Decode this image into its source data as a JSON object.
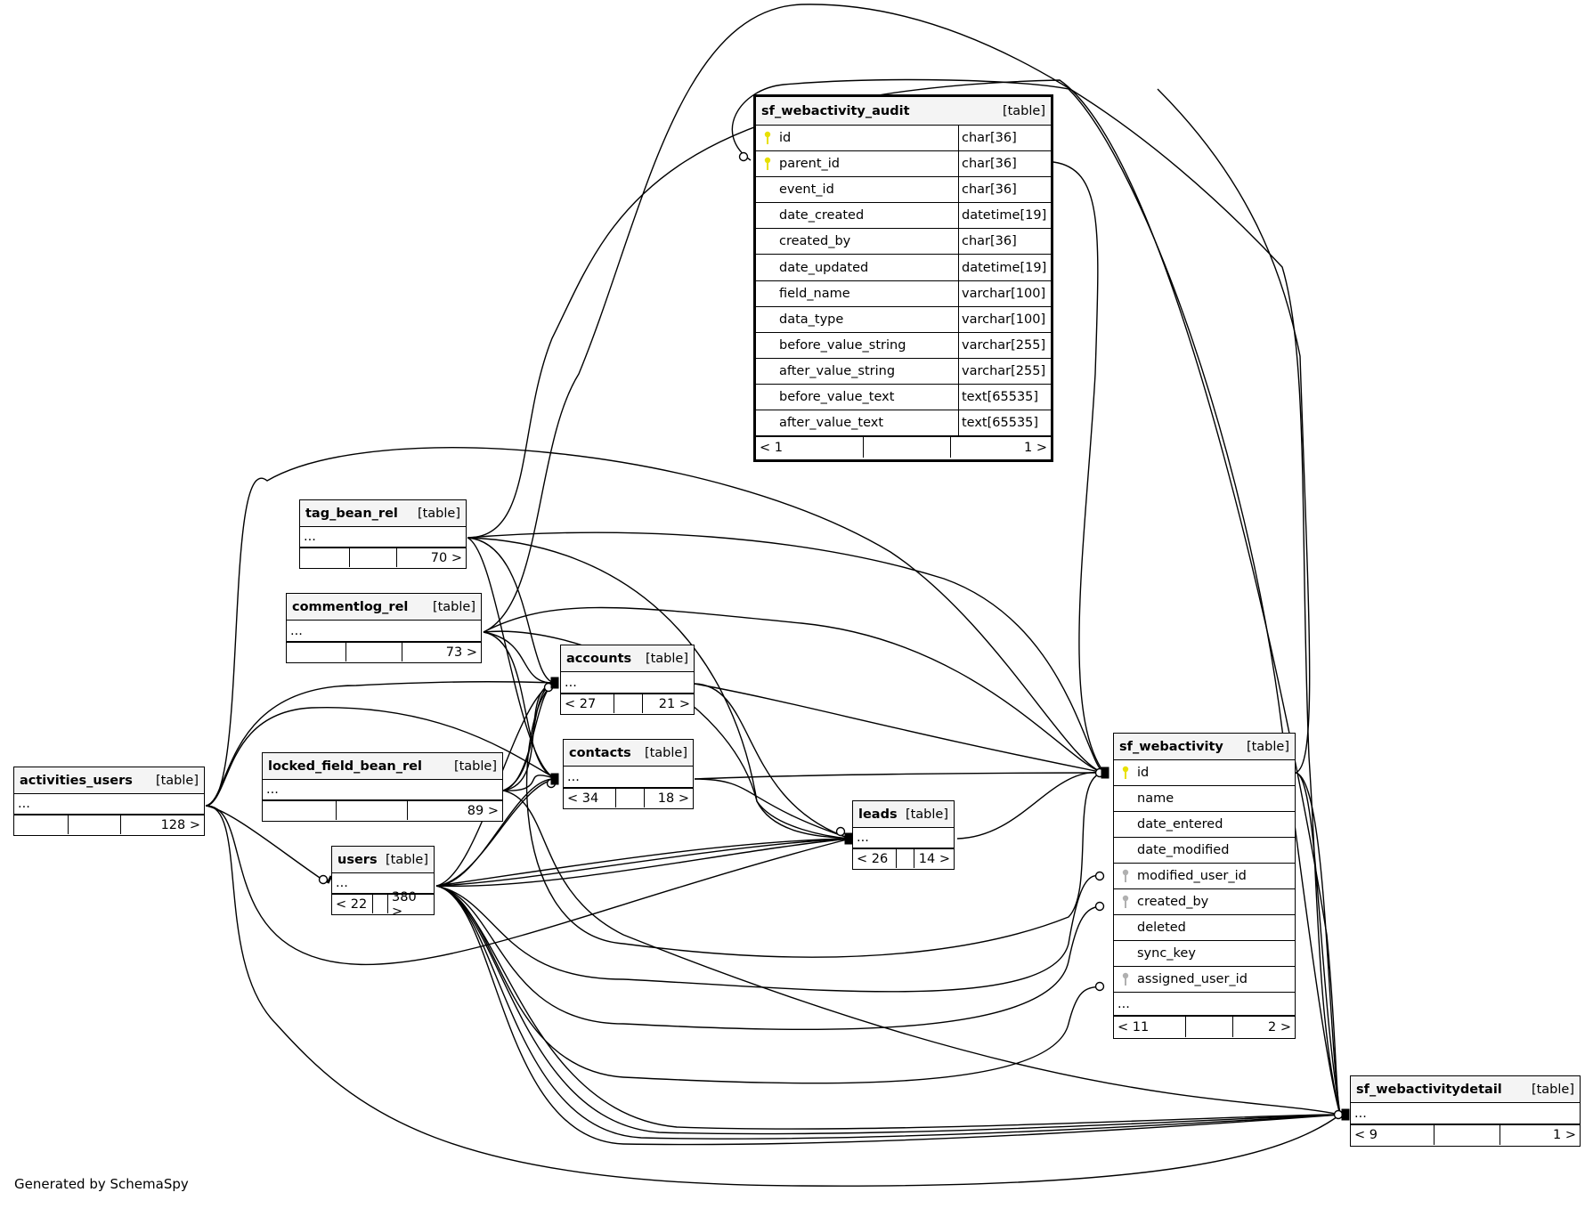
{
  "diagram": {
    "footer": "Generated by SchemaSpy",
    "colors": {
      "primary_key": "#e8e000",
      "foreign_key": "#b0b0b0",
      "header_bg": "#f4f4f4",
      "line": "#000000"
    },
    "tables": {
      "sf_webactivity_audit": {
        "name": "sf_webactivity_audit",
        "kind": "[table]",
        "columns": [
          {
            "name": "id",
            "type": "char[36]",
            "key": "primary"
          },
          {
            "name": "parent_id",
            "type": "char[36]",
            "key": "primary"
          },
          {
            "name": "event_id",
            "type": "char[36]",
            "key": ""
          },
          {
            "name": "date_created",
            "type": "datetime[19]",
            "key": ""
          },
          {
            "name": "created_by",
            "type": "char[36]",
            "key": ""
          },
          {
            "name": "date_updated",
            "type": "datetime[19]",
            "key": ""
          },
          {
            "name": "field_name",
            "type": "varchar[100]",
            "key": ""
          },
          {
            "name": "data_type",
            "type": "varchar[100]",
            "key": ""
          },
          {
            "name": "before_value_string",
            "type": "varchar[255]",
            "key": ""
          },
          {
            "name": "after_value_string",
            "type": "varchar[255]",
            "key": ""
          },
          {
            "name": "before_value_text",
            "type": "text[65535]",
            "key": ""
          },
          {
            "name": "after_value_text",
            "type": "text[65535]",
            "key": ""
          }
        ],
        "parents": "< 1",
        "middle": "",
        "children": "1 >"
      },
      "sf_webactivity": {
        "name": "sf_webactivity",
        "kind": "[table]",
        "columns": [
          {
            "name": "id",
            "key": "primary"
          },
          {
            "name": "name",
            "key": ""
          },
          {
            "name": "date_entered",
            "key": ""
          },
          {
            "name": "date_modified",
            "key": ""
          },
          {
            "name": "modified_user_id",
            "key": "foreign"
          },
          {
            "name": "created_by",
            "key": "foreign"
          },
          {
            "name": "deleted",
            "key": ""
          },
          {
            "name": "sync_key",
            "key": ""
          },
          {
            "name": "assigned_user_id",
            "key": "foreign"
          }
        ],
        "more": "...",
        "parents": "< 11",
        "middle": "",
        "children": "2 >"
      },
      "sf_webactivitydetail": {
        "name": "sf_webactivitydetail",
        "kind": "[table]",
        "more": "...",
        "parents": "< 9",
        "middle": "",
        "children": "1 >"
      },
      "tag_bean_rel": {
        "name": "tag_bean_rel",
        "kind": "[table]",
        "more": "...",
        "parents": "",
        "middle": "",
        "children": "70 >"
      },
      "commentlog_rel": {
        "name": "commentlog_rel",
        "kind": "[table]",
        "more": "...",
        "parents": "",
        "middle": "",
        "children": "73 >"
      },
      "accounts": {
        "name": "accounts",
        "kind": "[table]",
        "more": "...",
        "parents": "< 27",
        "middle": "",
        "children": "21 >"
      },
      "contacts": {
        "name": "contacts",
        "kind": "[table]",
        "more": "...",
        "parents": "< 34",
        "middle": "",
        "children": "18 >"
      },
      "leads": {
        "name": "leads",
        "kind": "[table]",
        "more": "...",
        "parents": "< 26",
        "middle": "",
        "children": "14 >"
      },
      "locked_field_bean_rel": {
        "name": "locked_field_bean_rel",
        "kind": "[table]",
        "more": "...",
        "parents": "",
        "middle": "",
        "children": "89 >"
      },
      "activities_users": {
        "name": "activities_users",
        "kind": "[table]",
        "more": "...",
        "parents": "",
        "middle": "",
        "children": "128 >"
      },
      "users": {
        "name": "users",
        "kind": "[table]",
        "more": "...",
        "parents": "< 22",
        "middle": "",
        "children": "380 >"
      }
    }
  }
}
